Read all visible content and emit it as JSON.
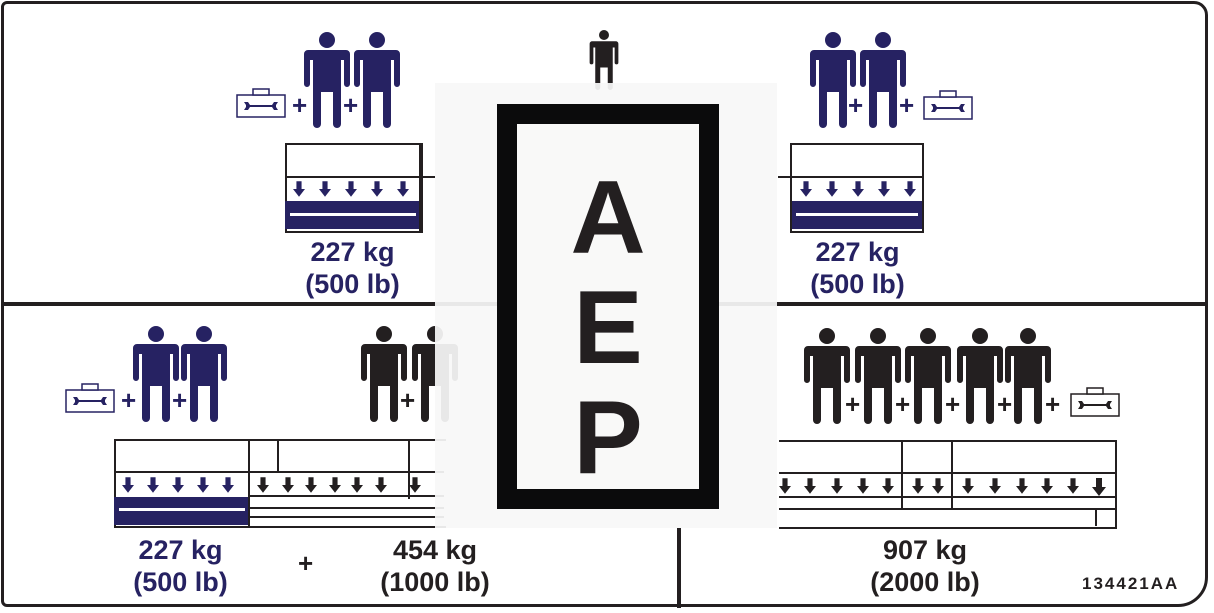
{
  "decal": {
    "center_sign": {
      "letters": [
        "A",
        "E",
        "P"
      ]
    },
    "panels": {
      "top_left": {
        "weight_kg": "227 kg",
        "weight_lb": "(500 lb)",
        "persons": 2,
        "tool": true,
        "color": "#262262"
      },
      "top_right": {
        "weight_kg": "227 kg",
        "weight_lb": "(500 lb)",
        "persons": 2,
        "tool": true,
        "color": "#262262"
      },
      "bottom_left": {
        "weight_kg": "227 kg",
        "weight_lb": "(500 lb)",
        "persons": 2,
        "tool": true,
        "color": "#262262"
      },
      "bottom_mid": {
        "plus": "+",
        "weight_kg": "454 kg",
        "weight_lb": "(1000 lb)",
        "persons": 2,
        "color": "#231f20"
      },
      "bottom_right": {
        "weight_kg": "907 kg",
        "weight_lb": "(2000 lb)",
        "persons": 5,
        "tool": true,
        "color": "#231f20"
      }
    },
    "part_number": "134421AA",
    "plus_sign": "+",
    "colors": {
      "navy": "#262262",
      "black": "#231f20",
      "faded": "#ececeb"
    }
  }
}
